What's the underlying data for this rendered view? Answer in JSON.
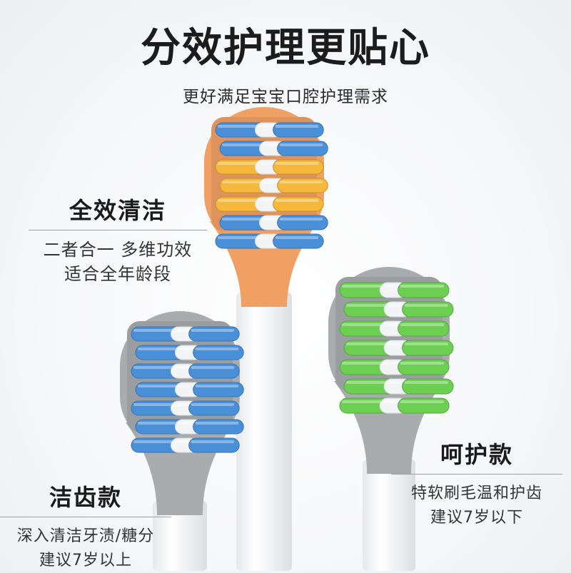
{
  "headline": "分效护理更贴心",
  "subline": "更好满足宝宝口腔护理需求",
  "left_block": {
    "title": "全效清洁",
    "desc_line1": "二者合一 多维功效",
    "desc_line2": "适合全年龄段"
  },
  "bottom_left_block": {
    "title": "洁齿款",
    "desc_line1": "深入清洁牙渍/糖分",
    "desc_line2": "建议7岁以上"
  },
  "bottom_right_block": {
    "title": "呵护款",
    "desc_line1": "特软刷毛温和护齿",
    "desc_line2": "建议7岁以下"
  },
  "colors": {
    "orange_head": "#f0a063",
    "gray_head": "#a9acae",
    "blue_bristle": "#4a90d9",
    "yellow_bristle": "#f5b83a",
    "green_bristle": "#6ccf52",
    "white_bristle": "#f2f4f6"
  },
  "brushes": [
    {
      "name": "full-clean-brush",
      "head_color": "#f0a063",
      "rows": [
        "blue",
        "blue",
        "yellow",
        "yellow",
        "yellow",
        "blue",
        "blue"
      ]
    },
    {
      "name": "clean-teeth-brush",
      "head_color": "#a9acae",
      "rows": [
        "blue",
        "blue",
        "blue",
        "blue",
        "blue",
        "blue",
        "blue"
      ]
    },
    {
      "name": "care-brush",
      "head_color": "#a9acae",
      "rows": [
        "green",
        "green",
        "green",
        "green",
        "green",
        "green",
        "green"
      ]
    }
  ]
}
